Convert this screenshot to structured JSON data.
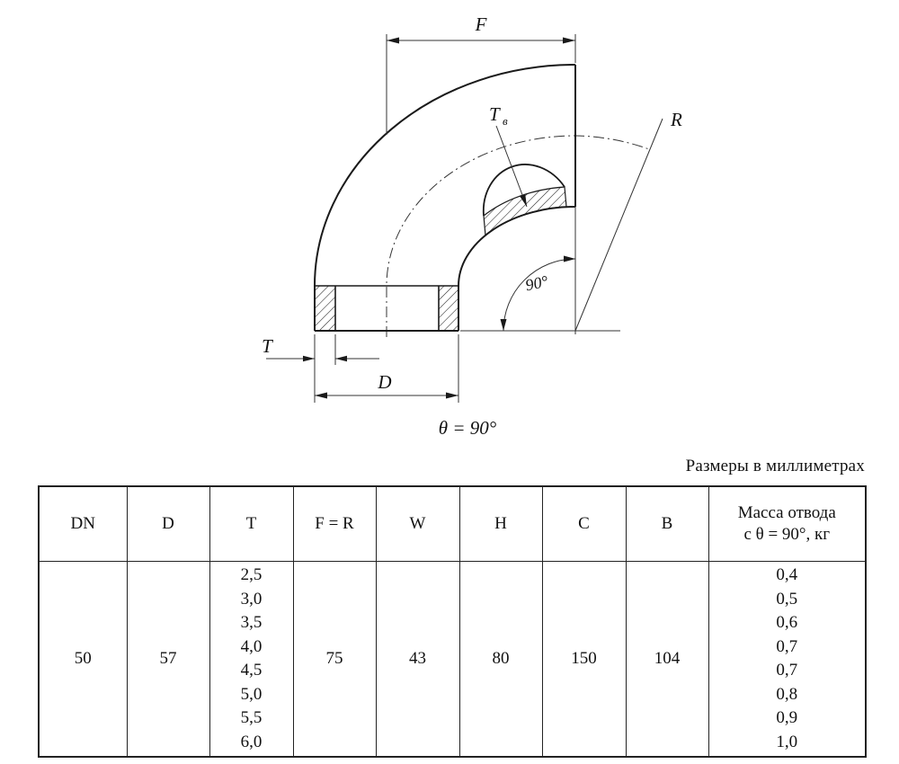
{
  "drawing": {
    "labels": {
      "f": "F",
      "t_wall": "T",
      "d": "D",
      "r": "R",
      "t_branch_main": "T",
      "t_branch_sub": "в",
      "bend_angle": "90°",
      "theta_note": "θ = 90°"
    }
  },
  "table": {
    "units_caption": "Размеры в миллиметрах",
    "headers": {
      "dn": "DN",
      "d": "D",
      "t": "T",
      "f_r": "F = R",
      "w": "W",
      "h": "H",
      "c": "C",
      "b": "B",
      "mass": [
        "Масса отвода",
        "с θ =  90°, кг"
      ]
    },
    "row": {
      "dn": "50",
      "d": "57",
      "t": [
        "2,5",
        "3,0",
        "3,5",
        "4,0",
        "4,5",
        "5,0",
        "5,5",
        "6,0"
      ],
      "f_r": "75",
      "w": "43",
      "h": "80",
      "c": "150",
      "b": "104",
      "mass": [
        "0,4",
        "0,5",
        "0,6",
        "0,7",
        "0,7",
        "0,8",
        "0,9",
        "1,0"
      ]
    }
  }
}
